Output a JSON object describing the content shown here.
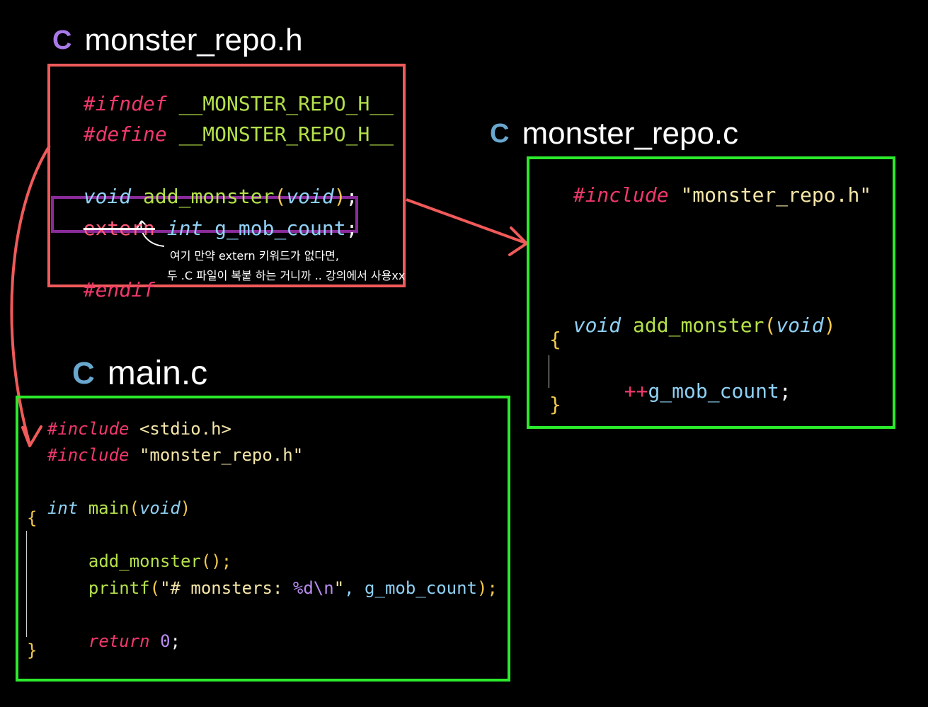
{
  "header_file": {
    "title": "monster_repo.h",
    "icon_letter": "C",
    "lines": {
      "ifndef_kw": "#ifndef",
      "ifndef_macro": "__MONSTER_REPO_H__",
      "define_kw": "#define",
      "define_macro": "__MONSTER_REPO_H__",
      "void_kw": "void",
      "func_name": "add_monster",
      "open_paren": "(",
      "param_void": "void",
      "close_paren": ")",
      "semicolon": ";",
      "extern_kw": "extern",
      "int_kw": "int",
      "var_name": "g_mob_count",
      "var_semicolon": ";",
      "endif_kw": "#endif"
    }
  },
  "source_file": {
    "title": "monster_repo.c",
    "icon_letter": "C",
    "lines": {
      "include_kw": "#include",
      "include_path": "\"monster_repo.h\"",
      "void_kw": "void",
      "func_name": "add_monster",
      "open_paren": "(",
      "param_void": "void",
      "close_paren": ")",
      "open_brace": "{",
      "incr_op": "++",
      "var_name": "g_mob_count",
      "semicolon": ";",
      "close_brace": "}"
    }
  },
  "main_file": {
    "title": "main.c",
    "icon_letter": "C",
    "lines": {
      "include1_kw": "#include",
      "include1_path": "<stdio.h>",
      "include2_kw": "#include",
      "include2_path": "\"monster_repo.h\"",
      "int_kw": "int",
      "main_name": "main",
      "open_paren": "(",
      "param_void": "void",
      "close_paren": ")",
      "open_brace": "{",
      "call_add": "add_monster",
      "call_parens": "();",
      "printf_name": "printf",
      "printf_open": "(",
      "fmt_a": "\"# monsters: ",
      "fmt_spec": "%d\\n",
      "fmt_b": "\"",
      "printf_args": ", g_mob_count",
      "printf_close": ");",
      "return_kw": "return",
      "return_val": "0",
      "return_semicolon": ";",
      "close_brace": "}"
    }
  },
  "annotation": {
    "line1": "여기 만약 extern 키워드가 없다면,",
    "line2": "두 .C 파일이 복붙 하는 거니까 .. 강의에서 사용xx"
  },
  "colors": {
    "header_box": "#f05a5a",
    "source_box": "#2bea2b",
    "main_box": "#2bea2b",
    "extern_box": "#8a2b9a",
    "arrow": "#f05a5a",
    "icon_purple": "#a879e8",
    "icon_blue": "#69a7cf"
  }
}
